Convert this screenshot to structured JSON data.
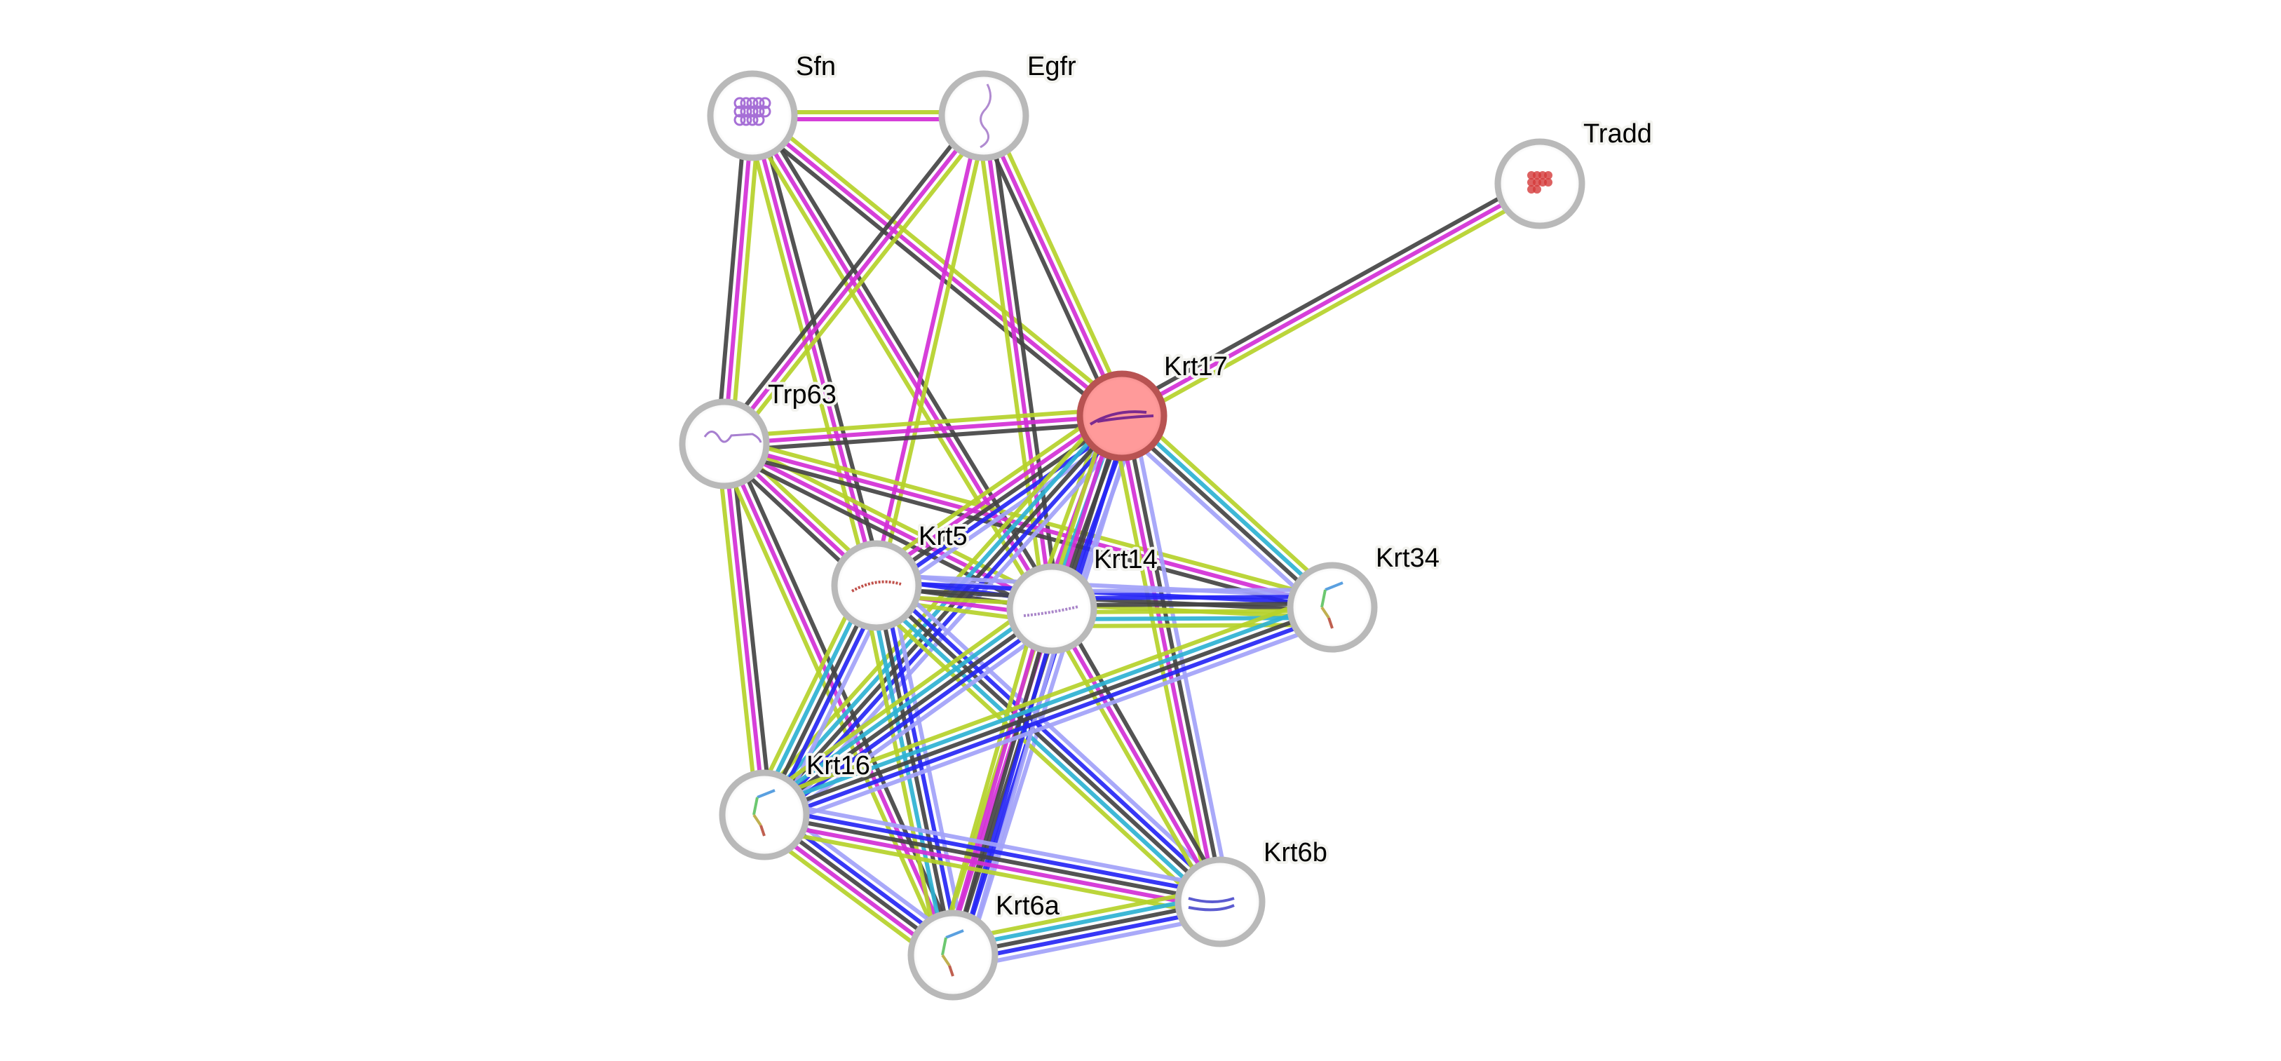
{
  "title": "Protein interaction network",
  "query_protein": "Krt17",
  "colors": {
    "textmining": "#B5D12A",
    "experiments": "#D22FD6",
    "coexpression": "#444444",
    "cooccurrence": "#2626F5",
    "homology": "#A2A2F8",
    "databases": "#2EB2D3",
    "node_border": "#B9B9B9",
    "query_fill": "#FF9A9A",
    "query_border": "#B85352"
  },
  "nodes": [
    {
      "id": "Sfn",
      "label": "Sfn",
      "structure": "purple-globular"
    },
    {
      "id": "Egfr",
      "label": "Egfr",
      "structure": "purple-elongated"
    },
    {
      "id": "Tradd",
      "label": "Tradd",
      "structure": "red-globular"
    },
    {
      "id": "Krt17",
      "label": "Krt17",
      "structure": "purple-coiled-coil",
      "query": true
    },
    {
      "id": "Trp63",
      "label": "Trp63",
      "structure": "purple-domain"
    },
    {
      "id": "Krt5",
      "label": "Krt5",
      "structure": "red-helix"
    },
    {
      "id": "Krt14",
      "label": "Krt14",
      "structure": "purple-helix"
    },
    {
      "id": "Krt34",
      "label": "Krt34",
      "structure": "rainbow-helix"
    },
    {
      "id": "Krt16",
      "label": "Krt16",
      "structure": "rainbow-helix"
    },
    {
      "id": "Krt6a",
      "label": "Krt6a",
      "structure": "rainbow-helix"
    },
    {
      "id": "Krt6b",
      "label": "Krt6b",
      "structure": "blue-coiled-coil"
    }
  ],
  "edges": [
    {
      "source": "Sfn",
      "target": "Egfr",
      "evidence": [
        "textmining",
        "experiments"
      ]
    },
    {
      "source": "Sfn",
      "target": "Krt17",
      "evidence": [
        "textmining",
        "experiments",
        "coexpression"
      ]
    },
    {
      "source": "Sfn",
      "target": "Trp63",
      "evidence": [
        "textmining",
        "experiments",
        "coexpression"
      ]
    },
    {
      "source": "Sfn",
      "target": "Krt5",
      "evidence": [
        "coexpression",
        "experiments",
        "textmining"
      ]
    },
    {
      "source": "Sfn",
      "target": "Krt14",
      "evidence": [
        "coexpression",
        "experiments",
        "textmining"
      ]
    },
    {
      "source": "Egfr",
      "target": "Krt17",
      "evidence": [
        "textmining",
        "experiments",
        "coexpression"
      ]
    },
    {
      "source": "Egfr",
      "target": "Trp63",
      "evidence": [
        "textmining",
        "experiments",
        "coexpression"
      ]
    },
    {
      "source": "Egfr",
      "target": "Krt5",
      "evidence": [
        "textmining",
        "experiments"
      ]
    },
    {
      "source": "Egfr",
      "target": "Krt14",
      "evidence": [
        "coexpression",
        "experiments",
        "textmining"
      ]
    },
    {
      "source": "Tradd",
      "target": "Krt17",
      "evidence": [
        "textmining",
        "experiments",
        "coexpression"
      ]
    },
    {
      "source": "Trp63",
      "target": "Krt17",
      "evidence": [
        "textmining",
        "experiments",
        "coexpression"
      ]
    },
    {
      "source": "Trp63",
      "target": "Krt5",
      "evidence": [
        "textmining",
        "experiments",
        "coexpression"
      ]
    },
    {
      "source": "Trp63",
      "target": "Krt14",
      "evidence": [
        "textmining",
        "experiments",
        "coexpression"
      ]
    },
    {
      "source": "Trp63",
      "target": "Krt34",
      "evidence": [
        "textmining",
        "experiments",
        "coexpression"
      ]
    },
    {
      "source": "Trp63",
      "target": "Krt16",
      "evidence": [
        "coexpression",
        "experiments",
        "textmining"
      ]
    },
    {
      "source": "Trp63",
      "target": "Krt6a",
      "evidence": [
        "coexpression",
        "experiments",
        "textmining"
      ]
    },
    {
      "source": "Krt17",
      "target": "Krt5",
      "evidence": [
        "homology",
        "cooccurrence",
        "coexpression",
        "experiments",
        "textmining"
      ]
    },
    {
      "source": "Krt17",
      "target": "Krt14",
      "evidence": [
        "homology",
        "cooccurrence",
        "coexpression",
        "databases",
        "experiments",
        "textmining"
      ]
    },
    {
      "source": "Krt17",
      "target": "Krt34",
      "evidence": [
        "textmining",
        "databases",
        "coexpression",
        "homology"
      ]
    },
    {
      "source": "Krt17",
      "target": "Krt16",
      "evidence": [
        "homology",
        "cooccurrence",
        "coexpression",
        "databases",
        "textmining"
      ]
    },
    {
      "source": "Krt17",
      "target": "Krt6a",
      "evidence": [
        "homology",
        "cooccurrence",
        "coexpression",
        "experiments",
        "textmining"
      ]
    },
    {
      "source": "Krt17",
      "target": "Krt6b",
      "evidence": [
        "homology",
        "coexpression",
        "experiments",
        "textmining"
      ]
    },
    {
      "source": "Krt5",
      "target": "Krt14",
      "evidence": [
        "homology",
        "cooccurrence",
        "coexpression",
        "experiments",
        "textmining"
      ]
    },
    {
      "source": "Krt5",
      "target": "Krt34",
      "evidence": [
        "homology",
        "cooccurrence",
        "coexpression",
        "textmining"
      ]
    },
    {
      "source": "Krt5",
      "target": "Krt16",
      "evidence": [
        "homology",
        "cooccurrence",
        "coexpression",
        "databases",
        "textmining"
      ]
    },
    {
      "source": "Krt5",
      "target": "Krt6a",
      "evidence": [
        "homology",
        "cooccurrence",
        "coexpression",
        "databases",
        "textmining"
      ]
    },
    {
      "source": "Krt5",
      "target": "Krt6b",
      "evidence": [
        "homology",
        "cooccurrence",
        "coexpression",
        "databases",
        "textmining"
      ]
    },
    {
      "source": "Krt14",
      "target": "Krt34",
      "evidence": [
        "homology",
        "cooccurrence",
        "coexpression",
        "textmining",
        "databases",
        "textmining"
      ]
    },
    {
      "source": "Krt14",
      "target": "Krt16",
      "evidence": [
        "homology",
        "cooccurrence",
        "coexpression",
        "databases",
        "textmining"
      ]
    },
    {
      "source": "Krt14",
      "target": "Krt6a",
      "evidence": [
        "homology",
        "cooccurrence",
        "coexpression",
        "experiments",
        "textmining"
      ]
    },
    {
      "source": "Krt14",
      "target": "Krt6b",
      "evidence": [
        "coexpression",
        "experiments",
        "textmining"
      ]
    },
    {
      "source": "Krt34",
      "target": "Krt16",
      "evidence": [
        "homology",
        "cooccurrence",
        "coexpression",
        "databases",
        "textmining"
      ]
    },
    {
      "source": "Krt16",
      "target": "Krt6a",
      "evidence": [
        "homology",
        "cooccurrence",
        "coexpression",
        "magenta",
        "textmining"
      ]
    },
    {
      "source": "Krt16",
      "target": "Krt6b",
      "evidence": [
        "homology",
        "cooccurrence",
        "coexpression",
        "experiments",
        "textmining"
      ]
    },
    {
      "source": "Krt6a",
      "target": "Krt6b",
      "evidence": [
        "textmining",
        "databases",
        "coexpression",
        "cooccurrence",
        "homology"
      ]
    }
  ]
}
